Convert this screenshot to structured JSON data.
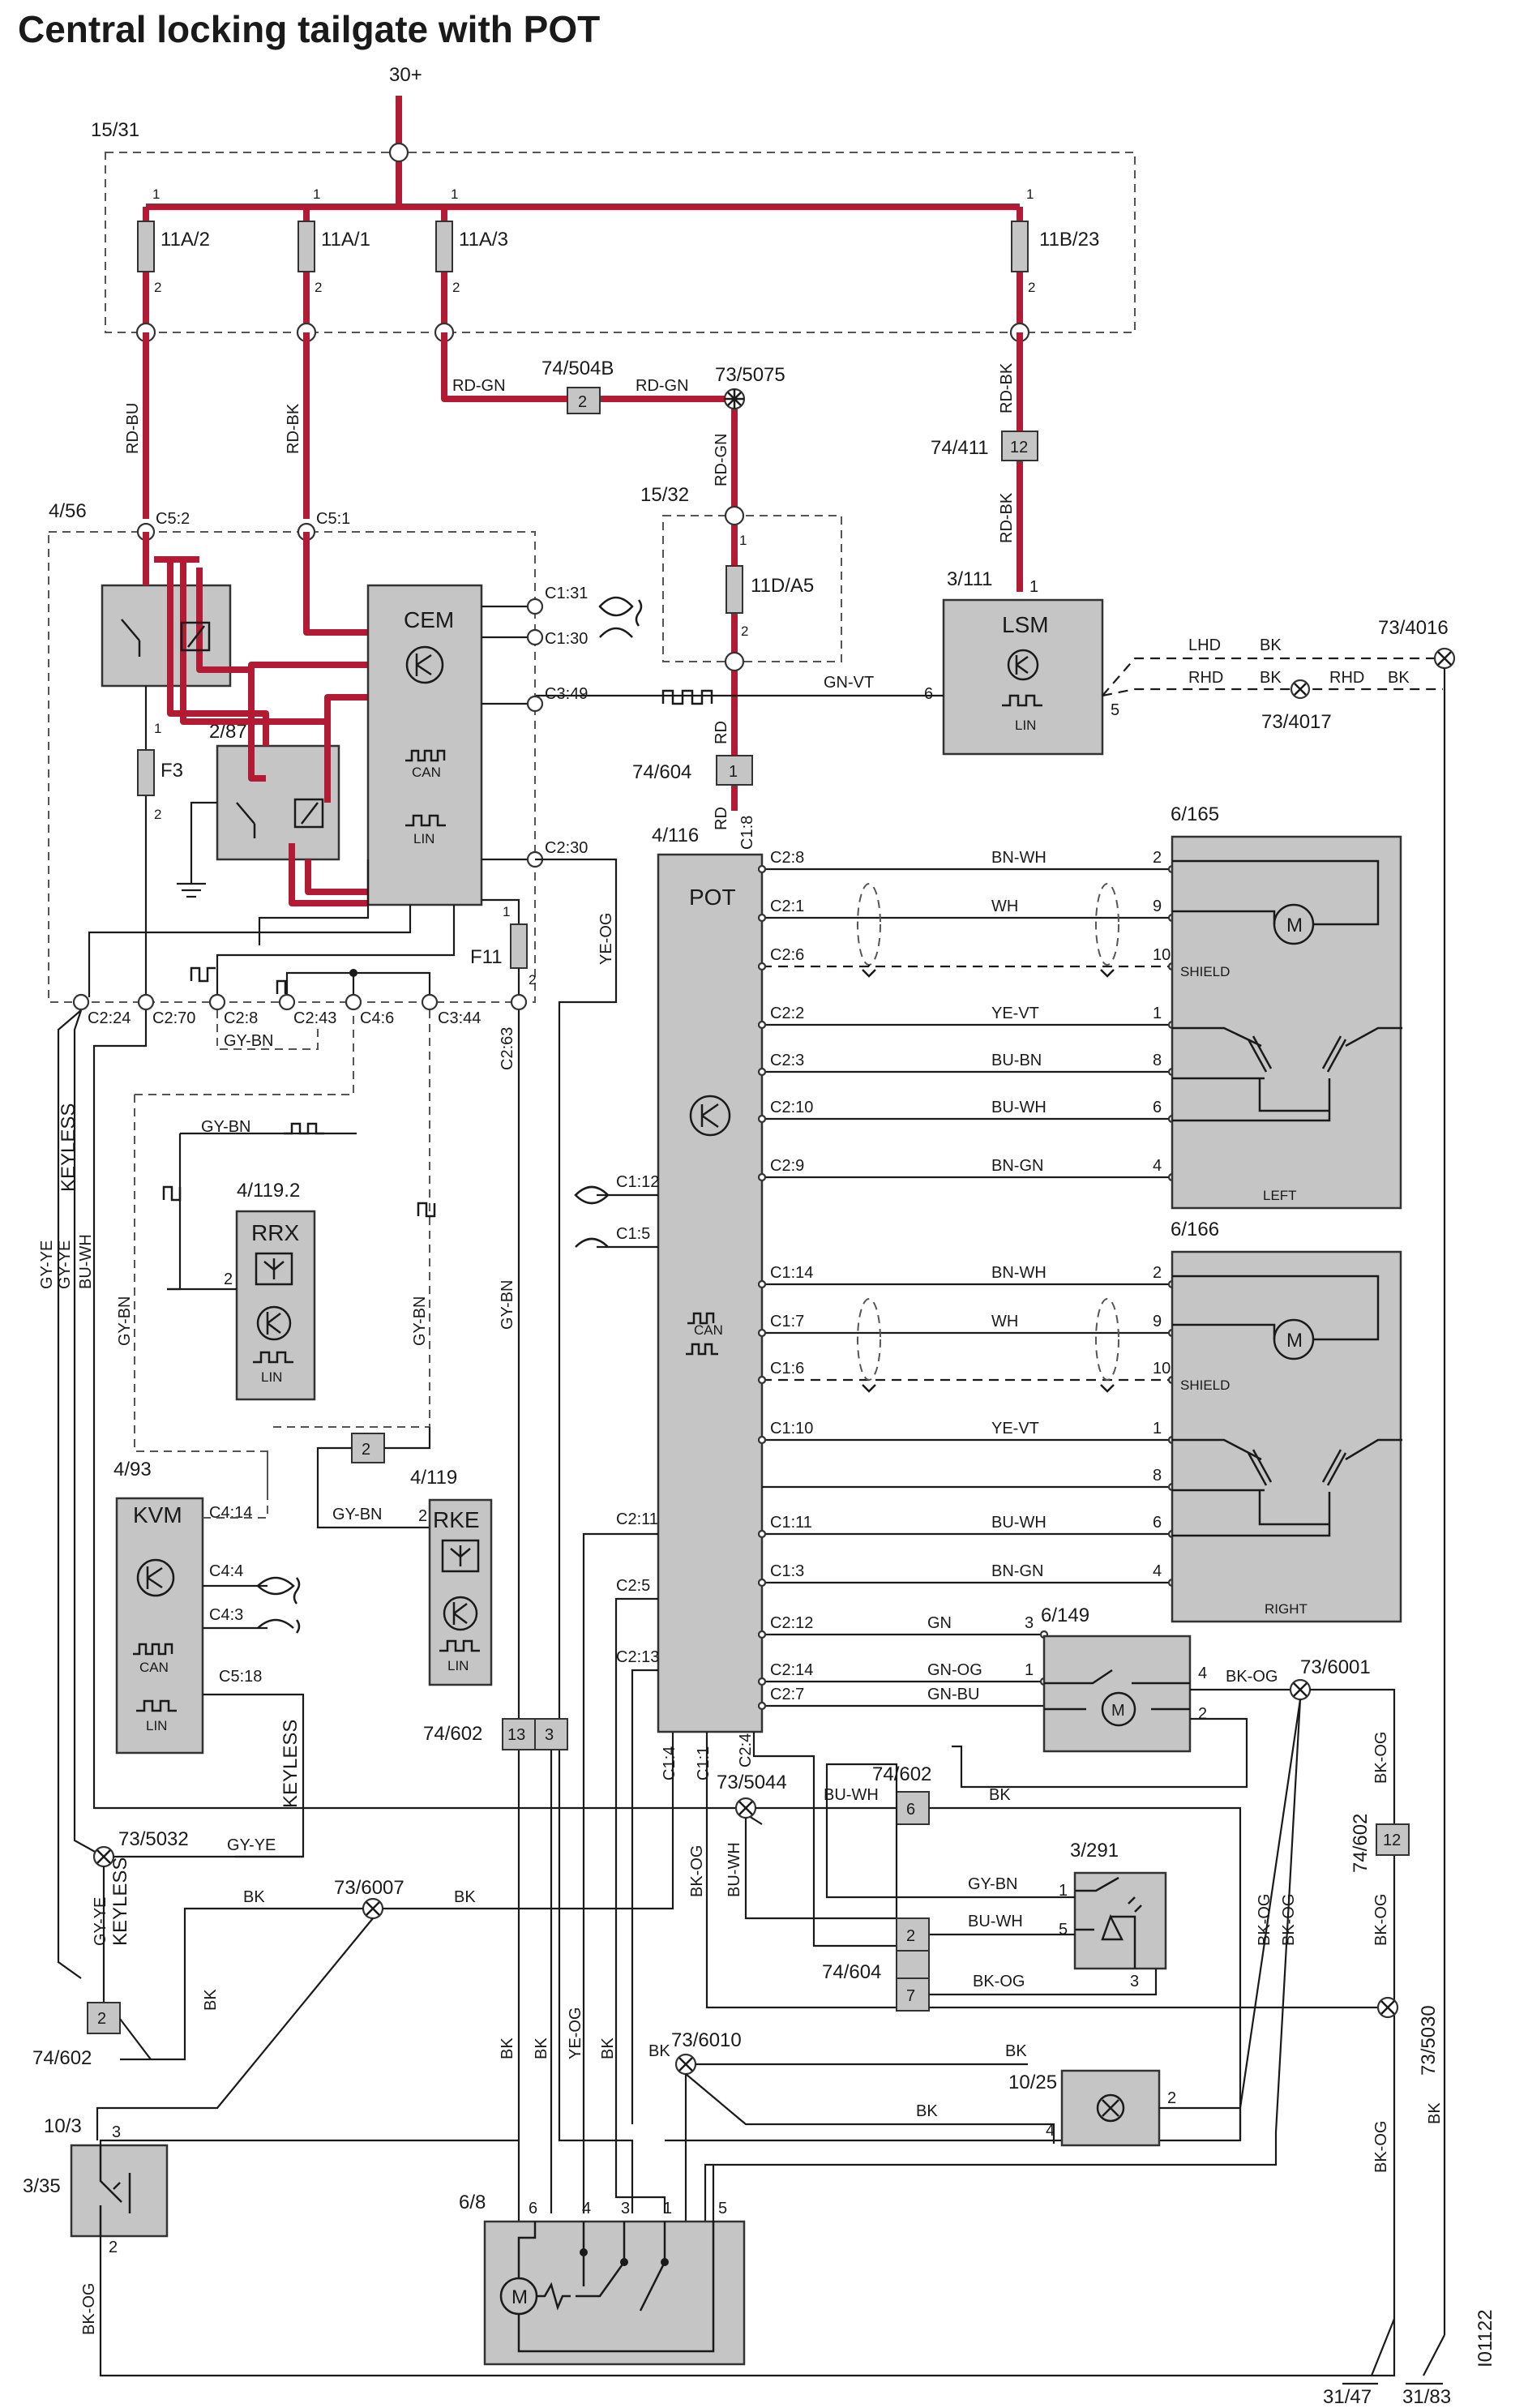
{
  "title": "Central locking tailgate with POT",
  "supply": "30+",
  "fuse_box": {
    "id": "15/31",
    "fuses": [
      "11A/2",
      "11A/1",
      "11A/3",
      "11B/23"
    ]
  },
  "fuse_box2": {
    "id": "15/32",
    "fuse": "11D/A5"
  },
  "cem_module": {
    "id": "4/56",
    "name": "CEM",
    "can": "CAN",
    "lin": "LIN",
    "fuse": "F3",
    "relay": "2/87",
    "fuse2": "F11",
    "pins_top": [
      "C5:2",
      "C5:1"
    ],
    "pins_right": [
      "C1:31",
      "C1:30",
      "C3:49",
      "C2:30"
    ],
    "pins_bottom": [
      "C2:24",
      "C2:70",
      "C2:8",
      "C2:43",
      "C4:6",
      "C3:44",
      "C2:63"
    ]
  },
  "lsm": {
    "id": "3/111",
    "name": "LSM",
    "lin": "LIN",
    "pin_in": "1",
    "pin_gn": "6",
    "pin_5": "5"
  },
  "pot": {
    "id": "4/116",
    "name": "POT",
    "can": "CAN",
    "pins_left": [
      "C1:12",
      "C1:5",
      "C2:11",
      "C2:5",
      "C2:13"
    ],
    "pins_bottom": [
      "C1:4",
      "C1:1",
      "C2:4"
    ],
    "pin_top": "C1:8"
  },
  "rrx": {
    "id": "4/119.2",
    "name": "RRX",
    "lin": "LIN",
    "pin": "2"
  },
  "kvm": {
    "id": "4/93",
    "name": "KVM",
    "can": "CAN",
    "lin": "LIN",
    "pins": [
      "C4:14",
      "C4:4",
      "C4:3",
      "C5:18"
    ]
  },
  "rke": {
    "id": "4/119",
    "name": "RKE",
    "lin": "LIN",
    "pin": "2"
  },
  "motor_left": {
    "id": "6/165",
    "side": "LEFT",
    "shield": "SHIELD",
    "rows": [
      {
        "pin": "C2:8",
        "wire": "BN-WH",
        "term": "2"
      },
      {
        "pin": "C2:1",
        "wire": "WH",
        "term": "9"
      },
      {
        "pin": "C2:6",
        "wire": "",
        "term": "10"
      },
      {
        "pin": "C2:2",
        "wire": "YE-VT",
        "term": "1"
      },
      {
        "pin": "C2:3",
        "wire": "BU-BN",
        "term": "8"
      },
      {
        "pin": "C2:10",
        "wire": "BU-WH",
        "term": "6"
      },
      {
        "pin": "C2:9",
        "wire": "BN-GN",
        "term": "4"
      }
    ]
  },
  "motor_right": {
    "id": "6/166",
    "side": "RIGHT",
    "shield": "SHIELD",
    "rows": [
      {
        "pin": "C1:14",
        "wire": "BN-WH",
        "term": "2"
      },
      {
        "pin": "C1:7",
        "wire": "WH",
        "term": "9"
      },
      {
        "pin": "C1:6",
        "wire": "",
        "term": "10"
      },
      {
        "pin": "C1:10",
        "wire": "YE-VT",
        "term": "1"
      },
      {
        "pin": "",
        "wire": "",
        "term": "8"
      },
      {
        "pin": "C1:11",
        "wire": "BU-WH",
        "term": "6"
      },
      {
        "pin": "C1:3",
        "wire": "BN-GN",
        "term": "4"
      }
    ]
  },
  "latch": {
    "id": "6/149",
    "rows": [
      {
        "pin": "C2:12",
        "wire": "GN",
        "term": "3"
      },
      {
        "pin": "C2:14",
        "wire": "GN-OG",
        "term": "1"
      },
      {
        "pin": "C2:7",
        "wire": "GN-BU",
        "term": ""
      }
    ],
    "out_pins": [
      "4",
      "2"
    ],
    "out_wire": "BK-OG"
  },
  "switch_291": {
    "id": "3/291",
    "pins": [
      "1",
      "5",
      "3"
    ],
    "wires": [
      "GY-BN",
      "BU-WH"
    ]
  },
  "lamp": {
    "id": "10/25",
    "pins": [
      "4",
      "2"
    ]
  },
  "switch_35": {
    "id": "3/35",
    "alt": "10/3",
    "pins": [
      "3",
      "2"
    ]
  },
  "motor_68": {
    "id": "6/8",
    "pins": [
      "6",
      "4",
      "3",
      "1",
      "5"
    ]
  },
  "connectors": {
    "c504b": {
      "id": "74/504B",
      "pin": "2"
    },
    "c411": {
      "id": "74/411",
      "pin": "12"
    },
    "c604a": {
      "id": "74/604",
      "pin": "1"
    },
    "c602a": {
      "id": "74/602",
      "pins": [
        "13",
        "3"
      ]
    },
    "c602b": {
      "id": "74/602",
      "pin": "6"
    },
    "c602c": {
      "id": "74/602",
      "pin": "2"
    },
    "c602d": {
      "id": "74/602",
      "pin": "12"
    },
    "c604b": {
      "id": "74/604",
      "pins": [
        "2",
        "7"
      ]
    },
    "c_gy": {
      "pin": "2"
    }
  },
  "splices": [
    "73/5075",
    "73/4016",
    "73/4017",
    "73/6001",
    "73/5044",
    "73/5032",
    "73/6007",
    "73/6010",
    "73/5030"
  ],
  "grounds": [
    "31/47",
    "31/83"
  ],
  "image_code": "I01122",
  "wire_labels": {
    "rd_bu": "RD-BU",
    "rd_bk": "RD-BK",
    "rd_gn": "RD-GN",
    "rd": "RD",
    "gn_vt": "GN-VT",
    "lhd": "LHD",
    "rhd": "RHD",
    "bk": "BK",
    "ye_og": "YE-OG",
    "gy_bn": "GY-BN",
    "gy_ye": "GY-YE",
    "bu_wh": "BU-WH",
    "keyless": "KEYLESS",
    "bk_og": "BK-OG",
    "gn_bu": "GN-BU"
  }
}
